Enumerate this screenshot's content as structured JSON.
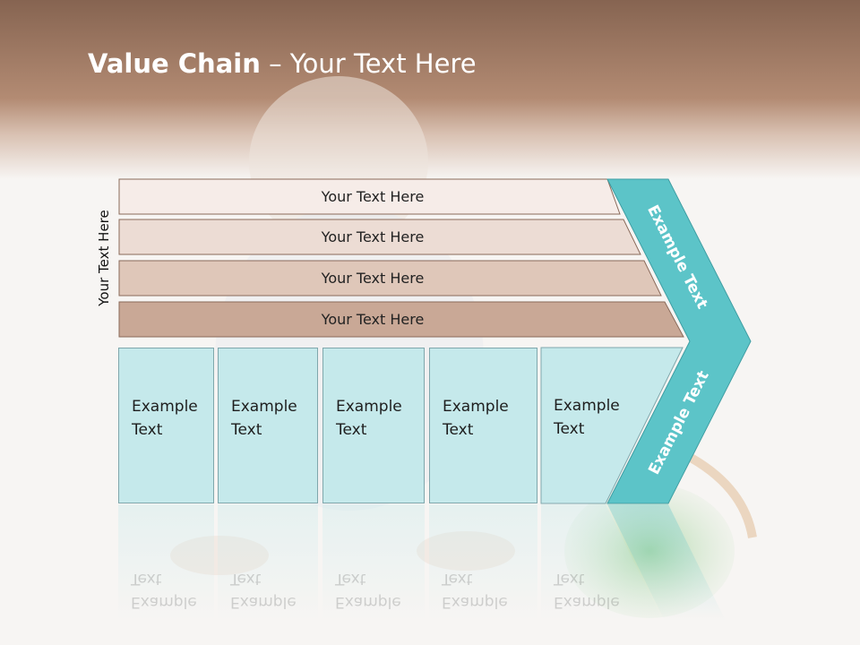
{
  "header": {
    "title_bold": "Value Chain",
    "title_rest": " – Your Text Here"
  },
  "side_label": "Your Text Here",
  "rows": [
    {
      "label": "Your Text Here",
      "color": "#f6ece8"
    },
    {
      "label": "Your Text Here",
      "color": "#ecdcd4"
    },
    {
      "label": "Your Text Here",
      "color": "#dfc7b9"
    },
    {
      "label": "Your Text Here",
      "color": "#c9a896"
    }
  ],
  "boxes": [
    {
      "line1": "Example",
      "line2": "Text"
    },
    {
      "line1": "Example",
      "line2": "Text"
    },
    {
      "line1": "Example",
      "line2": "Text"
    },
    {
      "line1": "Example",
      "line2": "Text"
    },
    {
      "line1": "Example",
      "line2": "Text"
    }
  ],
  "chevron": {
    "upper_label": "Example Text",
    "lower_label": "Example Text",
    "color": "#5cc4c8"
  },
  "colors": {
    "header_brown": "#a7826a",
    "box_fill": "#c5e9eb",
    "row_border": "#8a6a5a"
  }
}
